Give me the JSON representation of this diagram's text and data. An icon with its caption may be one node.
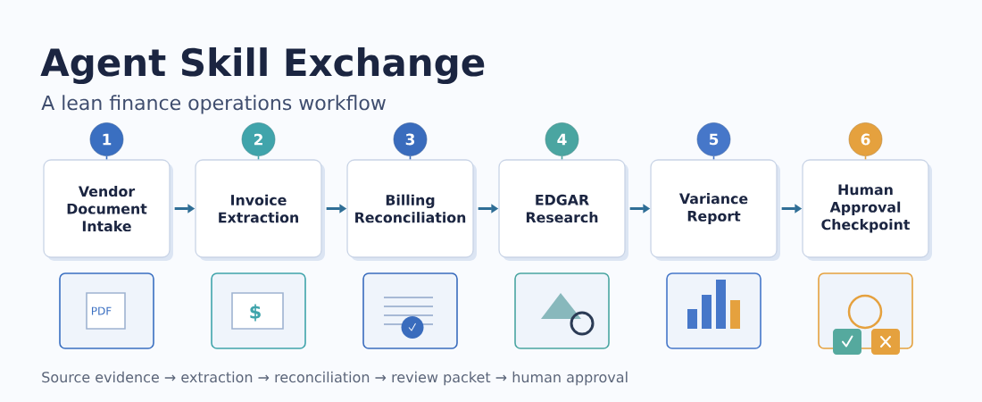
{
  "diagram": {
    "title": "Agent Skill Exchange",
    "caption": "Source evidence → extraction → reconciliation → review packet → human approval",
    "nodes": [
      {
        "text": [
          "1"
        ]
      },
      {
        "text": [
          "Vendor Document Intake"
        ]
      },
      {
        "text": [
          "2"
        ]
      },
      {
        "text": [
          "Invoice Extraction"
        ]
      },
      {
        "text": [
          "3"
        ]
      },
      {
        "text": [
          "Billing Reconciliation"
        ]
      },
      {
        "text": [
          "4"
        ]
      },
      {
        "text": [
          "EDGAR Research"
        ]
      },
      {
        "text": [
          "5"
        ]
      },
      {
        "text": [
          "Variance Report"
        ]
      },
      {
        "text": [
          "6"
        ]
      },
      {
        "text": [
          "Human Approval Checkpoint"
        ]
      }
    ],
    "edges": [
      {
        "from": 0,
        "to": 1,
        "arrow": "none",
        "color": "#3a6fc1"
      },
      {
        "from": 2,
        "to": 3,
        "arrow": "none",
        "color": "#40a4ab"
      },
      {
        "from": 4,
        "to": 5,
        "arrow": "none",
        "color": "#3a6cbd"
      },
      {
        "from": 6,
        "to": 7,
        "arrow": "none",
        "color": "#4aa5a1"
      },
      {
        "from": 8,
        "to": 9,
        "arrow": "none",
        "color": "#4677c9"
      },
      {
        "from": 10,
        "to": 11,
        "arrow": "none",
        "color": "#e5a13e"
      },
      {
        "from": 1,
        "to": 3,
        "arrow": "to"
      },
      {
        "from": 3,
        "to": 5,
        "arrow": "to"
      },
      {
        "from": 5,
        "to": 7,
        "arrow": "to"
      },
      {
        "from": 7,
        "to": 9,
        "arrow": "to"
      },
      {
        "from": 9,
        "to": 11,
        "arrow": "to"
      }
    ],
    "labels": [
      "A lean finance operations workflow",
      "PDF",
      "$"
    ]
  }
}
